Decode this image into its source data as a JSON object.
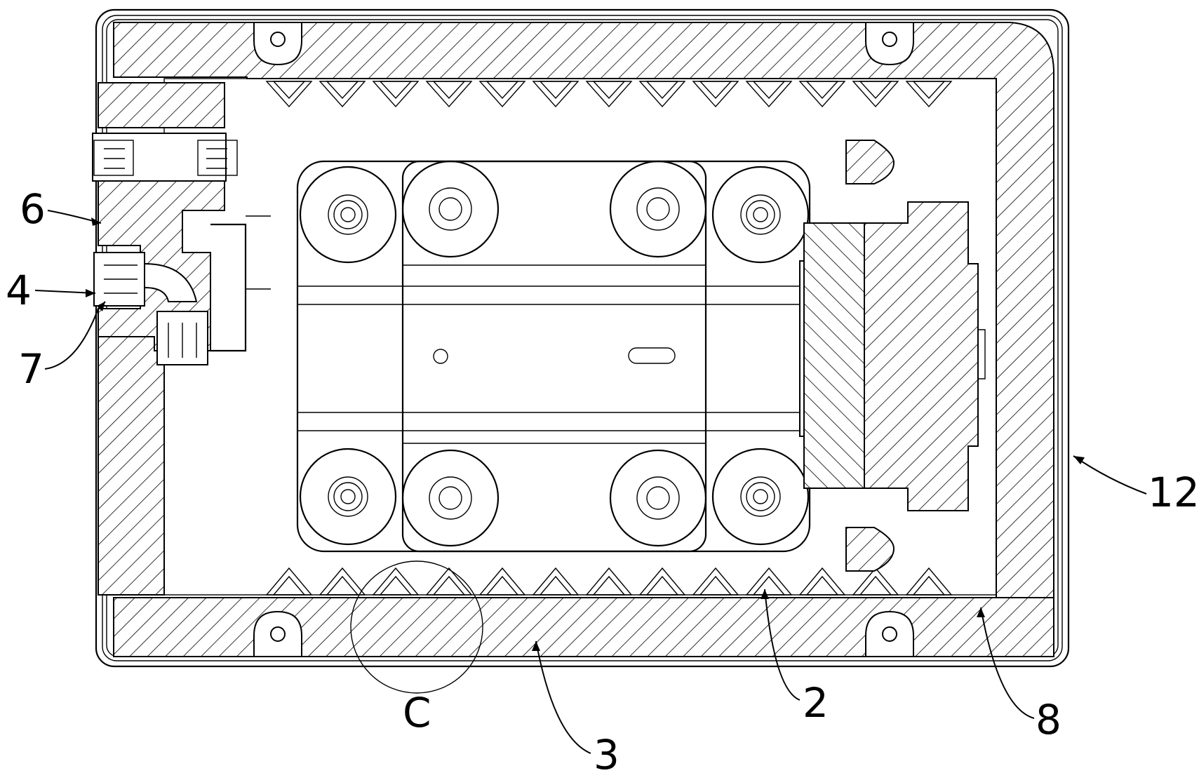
{
  "labels": {
    "ref_6": "6",
    "ref_4": "4",
    "ref_7": "7",
    "ref_12": "12",
    "ref_2": "2",
    "ref_8": "8",
    "ref_3": "3",
    "ref_c": "C"
  }
}
